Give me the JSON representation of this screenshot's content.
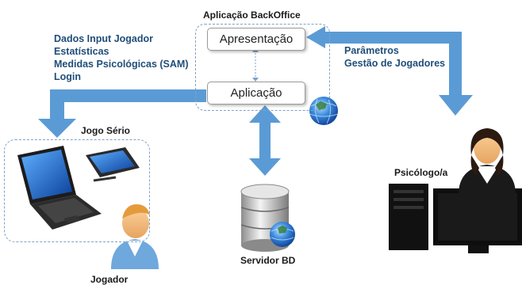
{
  "backoffice": {
    "title": "Aplicação BackOffice",
    "presentation_label": "Apresentação",
    "application_label": "Aplicação"
  },
  "left_labels": [
    "Dados Input Jogador",
    "Estatísticas",
    "Medidas Psicológicas (SAM)",
    "Login"
  ],
  "right_labels": [
    "Parâmetros",
    "Gestão de Jogadores"
  ],
  "nodes": {
    "serious_game": "Jogo Sério",
    "player": "Jogador",
    "database": "Servidor BD",
    "psychologist": "Psicólogo/a"
  },
  "icons": [
    "globe-icon",
    "laptop-icon",
    "tablet-icon",
    "user-icon",
    "database-icon",
    "desktop-computer-icon"
  ],
  "colors": {
    "arrow": "#5b9bd5",
    "text": "#1f4e79",
    "dashed": "#7da2c8"
  }
}
